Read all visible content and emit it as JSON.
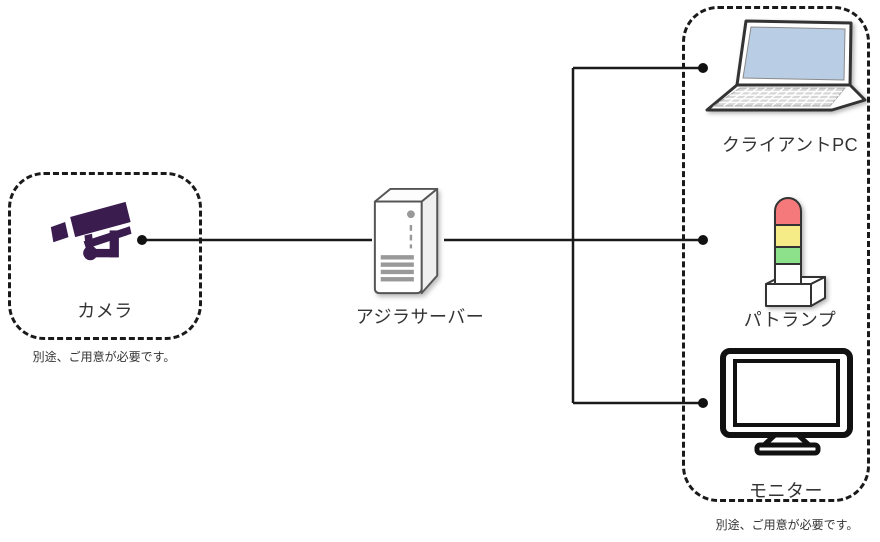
{
  "diagram": {
    "colors": {
      "line": "#1a1a1a",
      "camera_icon": "#3a1d4e",
      "laptop_screen": "#b9cee4",
      "lamp_red": "#f5797b",
      "lamp_yellow": "#f6ec87",
      "lamp_green": "#8de18a",
      "server_detail": "#999999"
    },
    "camera_group": {
      "label": "カメラ",
      "caption": "別途、ご用意が必要です。"
    },
    "server": {
      "label": "アジラサーバー"
    },
    "client_group": {
      "caption": "別途、ご用意が必要です。",
      "devices": [
        {
          "label": "クライアントPC"
        },
        {
          "label": "パトランプ"
        },
        {
          "label": "モニター"
        }
      ]
    }
  }
}
